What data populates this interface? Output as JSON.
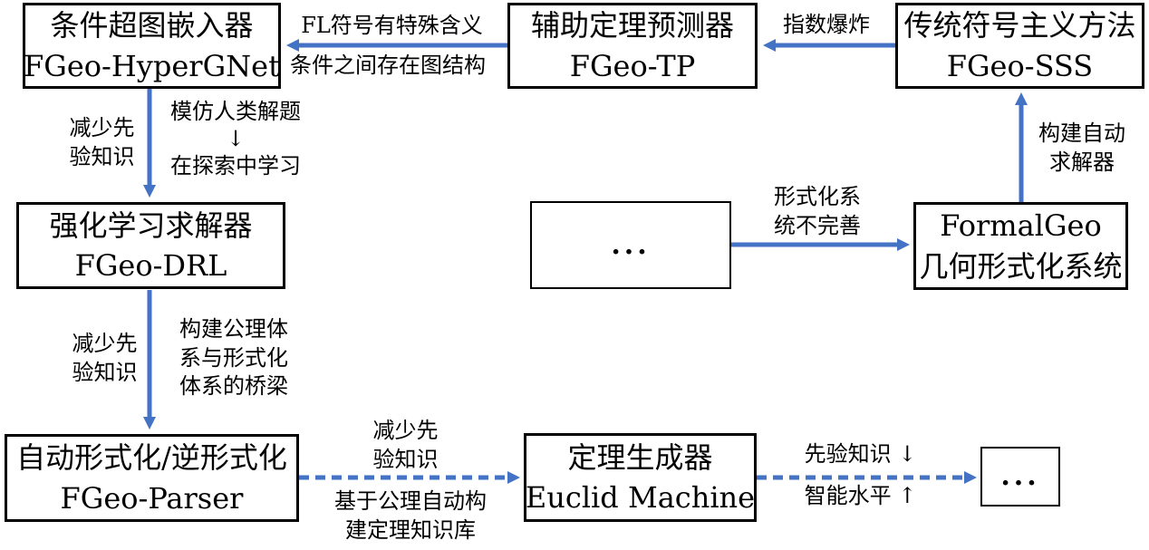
{
  "colors": {
    "arrow": "#4472C4",
    "border": "#000000",
    "text": "#000000",
    "bg": "#ffffff"
  },
  "boxes": {
    "hypergnet": {
      "line1": "条件超图嵌入器",
      "line2": "FGeo-HyperGNet"
    },
    "tp": {
      "line1": "辅助定理预测器",
      "line2": "FGeo-TP"
    },
    "sss": {
      "line1": "传统符号主义方法",
      "line2": "FGeo-SSS"
    },
    "drl": {
      "line1": "强化学习求解器",
      "line2": "FGeo-DRL"
    },
    "mid_ellipsis": {
      "line1": "..."
    },
    "formalgeo": {
      "line1": "FormalGeo",
      "line2": "几何形式化系统"
    },
    "parser": {
      "line1": "自动形式化/逆形式化",
      "line2": "FGeo-Parser"
    },
    "euclid": {
      "line1": "定理生成器",
      "line2": "Euclid Machine"
    },
    "end_ellipsis": {
      "line1": "..."
    }
  },
  "edge_labels": {
    "fl_special": "FL符号有特殊含义",
    "graph_structure": "条件之间存在图结构",
    "exponential": "指数爆炸",
    "reduce_prior_1": "减少先\n验知识",
    "imitate_learn": "模仿人类解题\n↓\n在探索中学习",
    "formal_incomplete": "形式化系\n统不完善",
    "build_solver": "构建自动\n求解器",
    "reduce_prior_2": "减少先\n验知识",
    "bridge": "构建公理体\n系与形式化\n体系的桥梁",
    "reduce_prior_3": "减少先\n验知识",
    "axiom_kb": "基于公理自动构\n建定理知识库",
    "prior_down": "先验知识 ↓",
    "intelligence_up": "智能水平 ↑"
  }
}
